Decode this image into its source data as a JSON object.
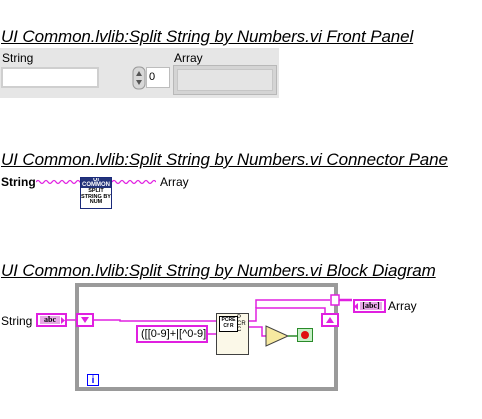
{
  "front_panel": {
    "heading": "UI Common.lvlib:Split String by Numbers.vi Front Panel",
    "string_label": "String",
    "array_label": "Array",
    "array_index": "0"
  },
  "connector_pane": {
    "heading": "UI Common.lvlib:Split String by Numbers.vi Connector Pane",
    "input_label": "String",
    "output_label": "Array",
    "icon_top_text": "UI COMMON",
    "icon_body_text": "SPLIT STRING BY NUM"
  },
  "block_diagram": {
    "heading": "UI Common.lvlib:Split String by Numbers.vi Block Diagram",
    "string_label": "String",
    "array_label": "Array",
    "string_terminal_glyph": "abc",
    "array_terminal_glyph": "[abc]",
    "regex_constant": "([[0-9]+|[^0-9]+)",
    "node_glyph": "PCRE Cf R",
    "node_pins": "P CR C",
    "loop_index": "i"
  },
  "colors": {
    "string_wire": "#e020e0",
    "while_loop_frame": "#9a9a9a",
    "stop_condition": "#2a8a2a"
  }
}
